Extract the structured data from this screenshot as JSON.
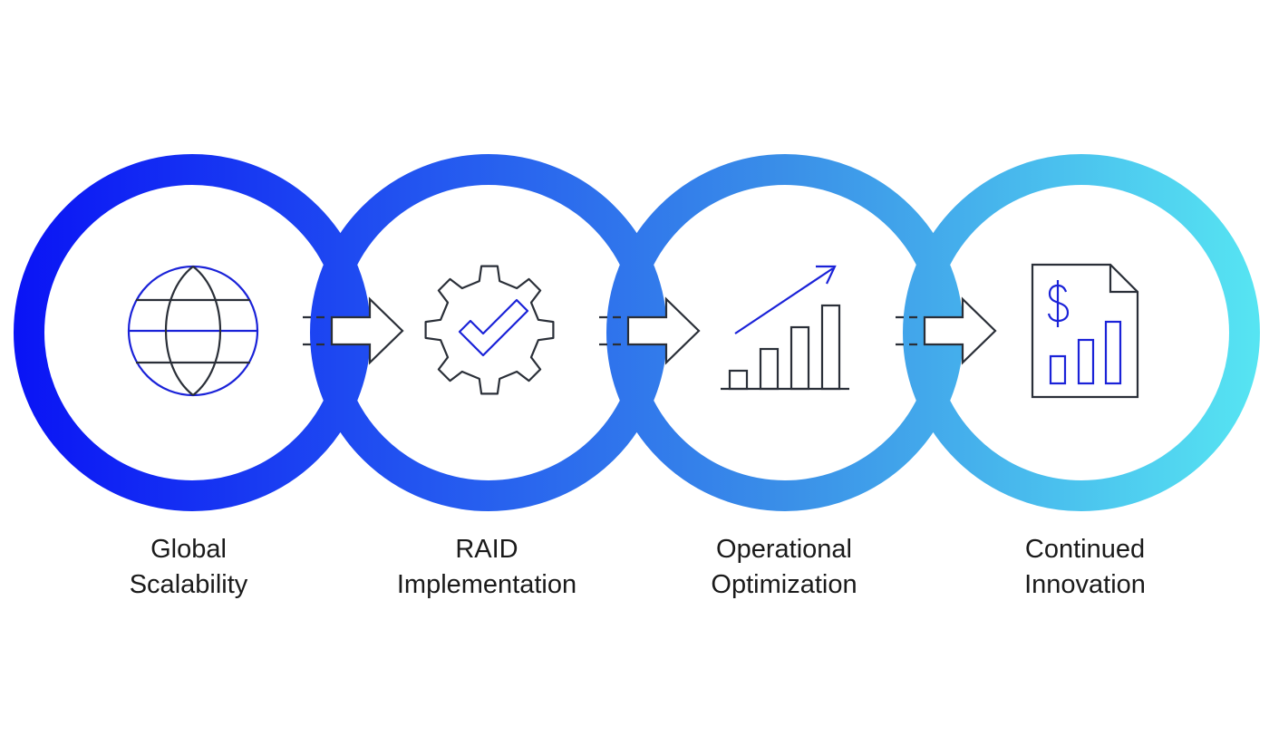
{
  "colors": {
    "ring_gradient_start": "#0a14f5",
    "ring_gradient_mid1": "#2356f0",
    "ring_gradient_mid2": "#3a8fe8",
    "ring_gradient_end": "#56e4f2",
    "icon_outline": "#2a2f38",
    "icon_accent": "#1a22d8",
    "label_text": "#1a1a1a"
  },
  "steps": [
    {
      "label_line1": "Global",
      "label_line2": "Scalability",
      "icon": "globe-icon"
    },
    {
      "label_line1": "RAID",
      "label_line2": "Implementation",
      "icon": "gear-check-icon"
    },
    {
      "label_line1": "Operational",
      "label_line2": "Optimization",
      "icon": "growth-chart-icon"
    },
    {
      "label_line1": "Continued",
      "label_line2": "Innovation",
      "icon": "financial-report-icon"
    }
  ],
  "connectors": [
    {
      "from": "Global Scalability",
      "to": "RAID Implementation",
      "icon": "arrow-right-icon"
    },
    {
      "from": "RAID Implementation",
      "to": "Operational Optimization",
      "icon": "arrow-right-icon"
    },
    {
      "from": "Operational Optimization",
      "to": "Continued Innovation",
      "icon": "arrow-right-icon"
    }
  ]
}
